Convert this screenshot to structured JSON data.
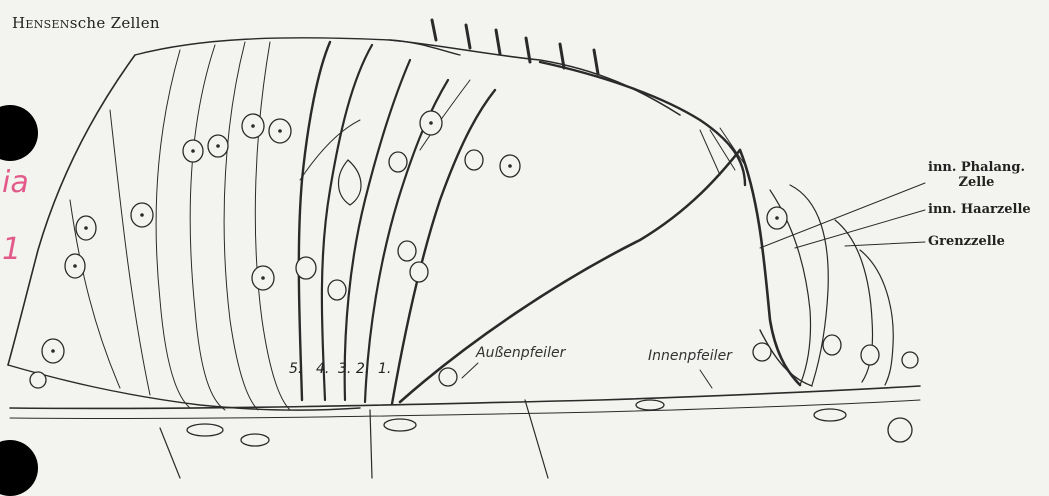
{
  "header": {
    "title_smallcaps": "Hensen",
    "title_rest": "sche  Zellen"
  },
  "right_labels": {
    "phalang_line1": "inn. Phalang.",
    "phalang_line2": "Zelle",
    "haarzelle": "inn. Haarzelle",
    "grenzzelle": "Grenzzelle"
  },
  "handwritten": {
    "aussenpfeiler": "Außenpfeiler",
    "innenpfeiler": "Innenpfeiler"
  },
  "cell_numbers": [
    "5.",
    "4.",
    "3.",
    "2.",
    "1."
  ],
  "margin_marks": {
    "top": "ia",
    "bottom": "1"
  },
  "colors": {
    "paper": "#f3f4ef",
    "ink": "#2a2a2a",
    "pink": "#e25a8a"
  }
}
